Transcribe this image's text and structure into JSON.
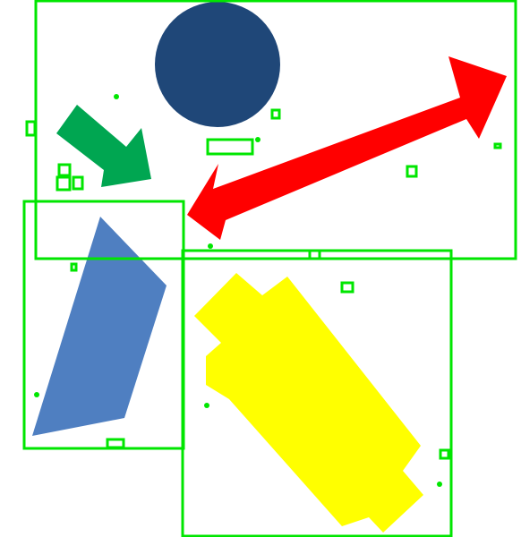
{
  "canvas": {
    "background": "#ffffff"
  },
  "colors": {
    "annotation_box": "#00e600",
    "circle": "#1f4778",
    "green_arrow": "#00a651",
    "red_arrow": "#ff0000",
    "blue_quad": "#4f7fc1",
    "yellow_shape": "#ffff00"
  },
  "shapes": [
    {
      "name": "navy-circle",
      "kind": "circle",
      "color_key": "circle"
    },
    {
      "name": "green-arrow",
      "kind": "arrow",
      "color_key": "green_arrow"
    },
    {
      "name": "red-double-arrow",
      "kind": "double-arrow",
      "color_key": "red_arrow"
    },
    {
      "name": "blue-quadrilateral",
      "kind": "polygon",
      "color_key": "blue_quad"
    },
    {
      "name": "yellow-stepped-shape",
      "kind": "polygon",
      "color_key": "yellow_shape"
    }
  ],
  "annotations": {
    "region_boxes": 3,
    "small_boxes": 13,
    "marker_dots": 6
  }
}
